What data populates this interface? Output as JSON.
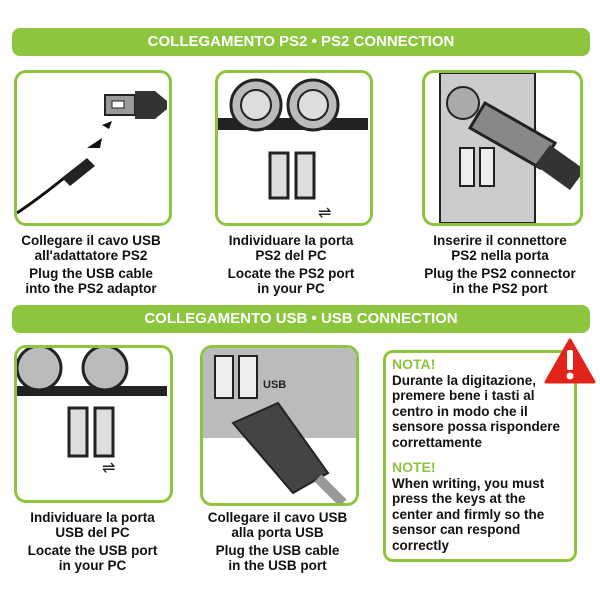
{
  "ps2_banner": "COLLEGAMENTO PS2 • PS2 CONNECTION",
  "usb_banner": "COLLEGAMENTO USB • USB CONNECTION",
  "ps2_steps": [
    {
      "it": [
        "Collegare il cavo USB",
        "all'adattatore PS2"
      ],
      "en": [
        "Plug the USB cable",
        "into the PS2 adaptor"
      ]
    },
    {
      "it": [
        "Individuare la porta",
        "PS2 del PC"
      ],
      "en": [
        "Locate the PS2 port",
        "in your PC"
      ]
    },
    {
      "it": [
        "Inserire il connettore",
        "PS2 nella porta"
      ],
      "en": [
        "Plug the PS2 connector",
        "in the PS2 port"
      ]
    }
  ],
  "usb_steps": [
    {
      "it": [
        "Individuare la porta",
        "USB del PC"
      ],
      "en": [
        "Locate the USB port",
        "in your PC"
      ]
    },
    {
      "it": [
        "Collegare il cavo USB",
        "alla porta USB"
      ],
      "en": [
        "Plug the USB cable",
        "in the USB port"
      ]
    }
  ],
  "usb_label": "USB",
  "note": {
    "it_title": "NOTA!",
    "it_text": "Durante la digitazione, premere bene i tasti al centro in modo che il sensore possa rispondere correttamente",
    "en_title": "NOTE!",
    "en_text": "When writing, you must press the keys at the center and firmly so the sensor can respond correctly"
  },
  "colors": {
    "accent": "#8cc63f",
    "warning": "#e2231a"
  }
}
